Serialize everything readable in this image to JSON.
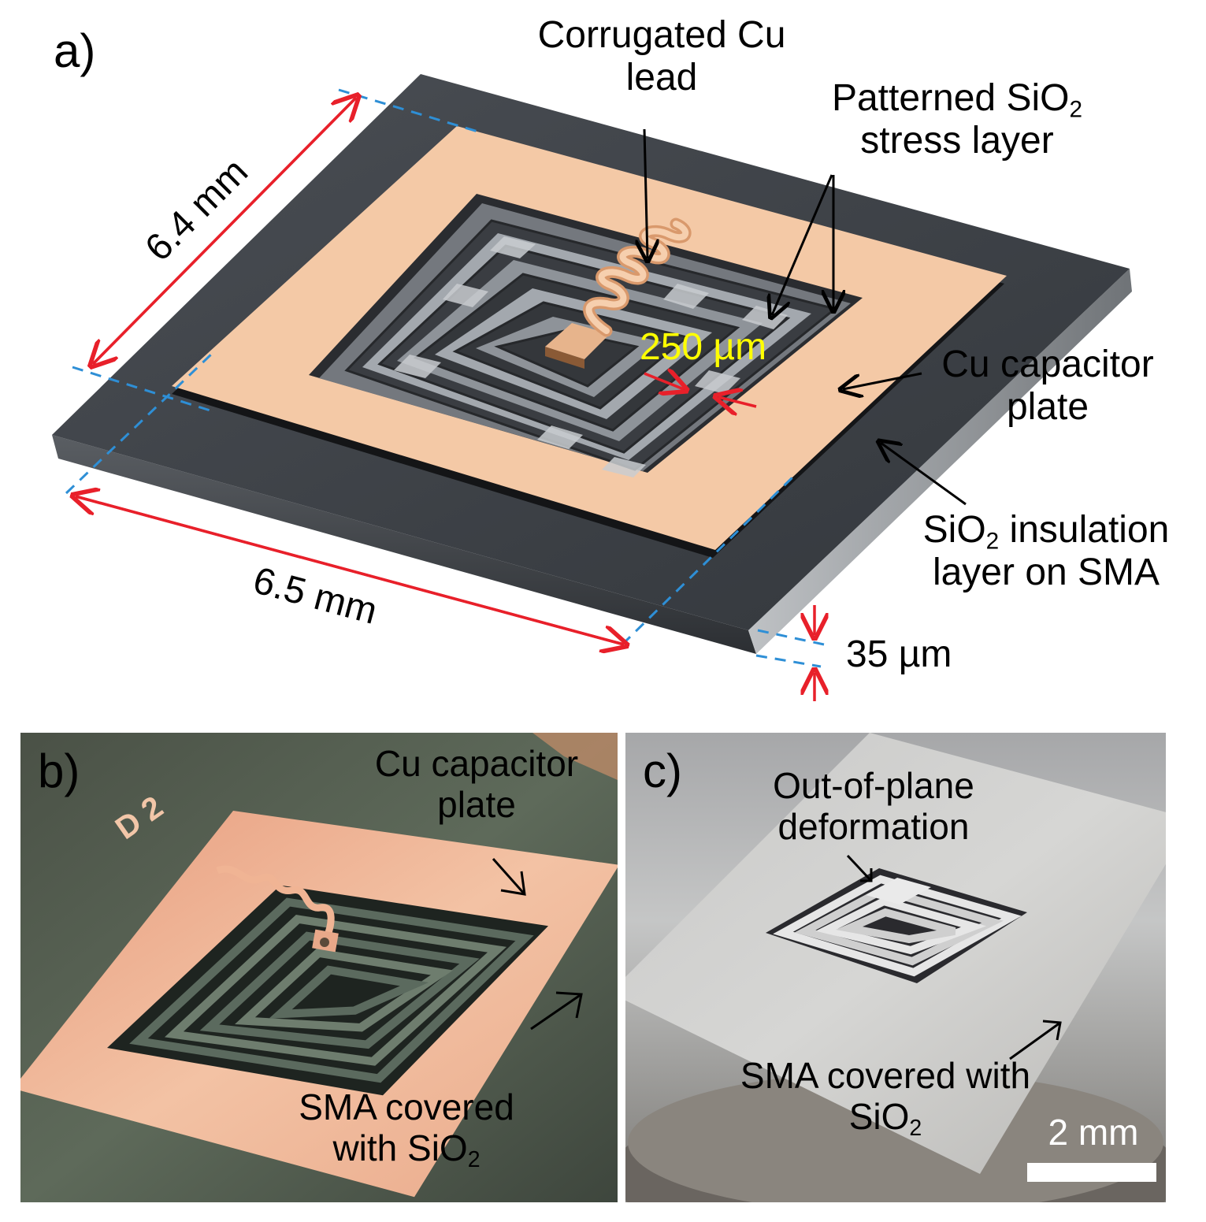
{
  "panel_a": {
    "letter": "a)",
    "corrugated_line1": "Corrugated Cu",
    "corrugated_line2": "lead",
    "patterned_line1_pre": "Patterned SiO",
    "patterned_line1_sub": "2",
    "patterned_line2": "stress layer",
    "width_250": "250 µm",
    "cu_plate_line1": "Cu capacitor",
    "cu_plate_line2": "plate",
    "insulation_line1_pre": "SiO",
    "insulation_line1_sub": "2",
    "insulation_line1_post": " insulation",
    "insulation_line2": "layer on SMA",
    "dim_64": "6.4 mm",
    "dim_65": "6.5 mm",
    "dim_35": "35 µm"
  },
  "panel_b": {
    "letter": "b)",
    "engraving": "D 2",
    "cu_plate_line1": "Cu capacitor",
    "cu_plate_line2": "plate",
    "sma_line1": "SMA covered",
    "sma_line2_pre": "with SiO",
    "sma_line2_sub": "2"
  },
  "panel_c": {
    "letter": "c)",
    "oop_line1": "Out-of-plane",
    "oop_line2": "deformation",
    "sma_line1": "SMA covered with",
    "sma_line2_pre": "SiO",
    "sma_line2_sub": "2",
    "scale_label": "2 mm"
  },
  "colors": {
    "copper": "#f4c9a6",
    "substrate": "#3b3f44",
    "dimension_arrow": "#e8202a",
    "guide_dash": "#2e8fd6",
    "highlight_text": "#ffff00"
  }
}
